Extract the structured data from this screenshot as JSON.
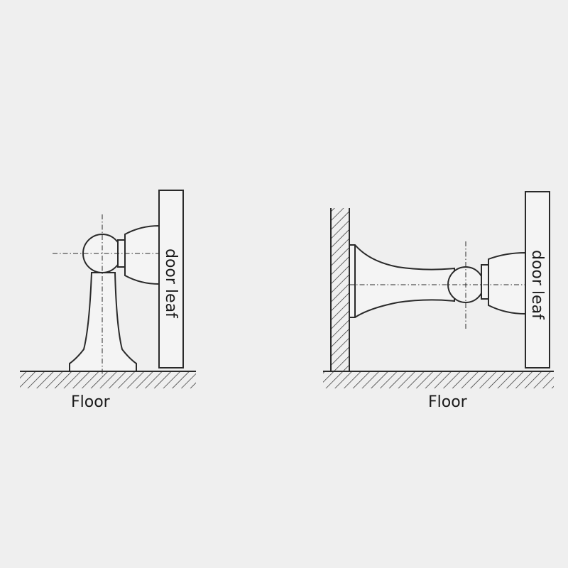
{
  "diagrams": [
    {
      "id": "floor-mounted",
      "floor_label": "Floor",
      "door_label": "door leaf"
    },
    {
      "id": "wall-mounted",
      "floor_label": "Floor",
      "door_label": "door leaf"
    }
  ],
  "colors": {
    "background": "#efefef",
    "line": "#2a2a2a",
    "part_fill": "#f4f4f4"
  }
}
